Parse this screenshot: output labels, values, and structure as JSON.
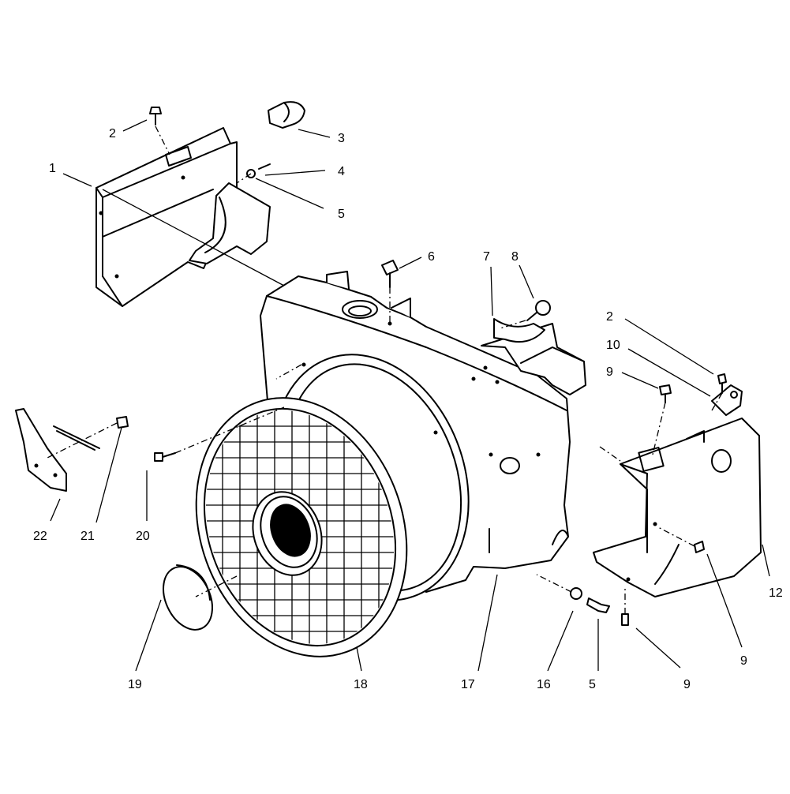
{
  "diagram": {
    "callouts": [
      {
        "id": "c1",
        "text": "1"
      },
      {
        "id": "c2a",
        "text": "2"
      },
      {
        "id": "c3",
        "text": "3"
      },
      {
        "id": "c4",
        "text": "4"
      },
      {
        "id": "c5a",
        "text": "5"
      },
      {
        "id": "c6",
        "text": "6"
      },
      {
        "id": "c7",
        "text": "7"
      },
      {
        "id": "c8",
        "text": "8"
      },
      {
        "id": "c2b",
        "text": "2"
      },
      {
        "id": "c10",
        "text": "10"
      },
      {
        "id": "c9a",
        "text": "9"
      },
      {
        "id": "c22",
        "text": "22"
      },
      {
        "id": "c21",
        "text": "21"
      },
      {
        "id": "c20",
        "text": "20"
      },
      {
        "id": "c12",
        "text": "12"
      },
      {
        "id": "c9b",
        "text": "9"
      },
      {
        "id": "c19",
        "text": "19"
      },
      {
        "id": "c18",
        "text": "18"
      },
      {
        "id": "c17",
        "text": "17"
      },
      {
        "id": "c16",
        "text": "16"
      },
      {
        "id": "c5b",
        "text": "5"
      },
      {
        "id": "c9c",
        "text": "9"
      }
    ]
  }
}
